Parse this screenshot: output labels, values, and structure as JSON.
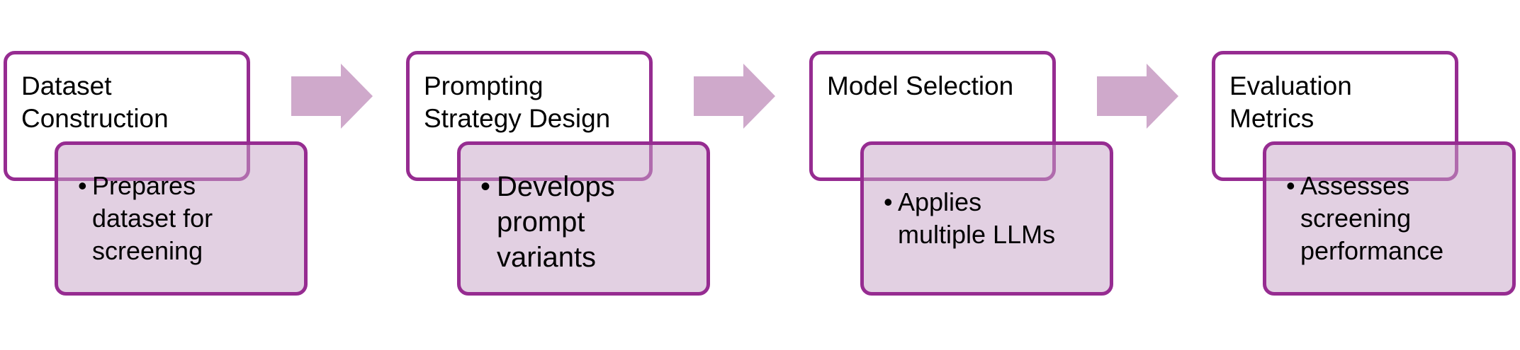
{
  "colors": {
    "border": "#962c91",
    "fill": "#dcc6dc",
    "arrow": "#cfa9cb",
    "text": "#000000"
  },
  "steps": [
    {
      "title": "Dataset\nConstruction",
      "bullet": "•",
      "description": "Prepares\ndataset for\nscreening"
    },
    {
      "title": "Prompting\nStrategy Design",
      "bullet": "•",
      "description": "Develops\nprompt\nvariants"
    },
    {
      "title": "Model Selection",
      "bullet": "•",
      "description": "Applies\nmultiple LLMs"
    },
    {
      "title": "Evaluation\nMetrics",
      "bullet": "•",
      "description": "Assesses\nscreening\nperformance"
    }
  ],
  "arrows": [
    {
      "icon": "right-arrow-icon"
    },
    {
      "icon": "right-arrow-icon"
    },
    {
      "icon": "right-arrow-icon"
    }
  ]
}
